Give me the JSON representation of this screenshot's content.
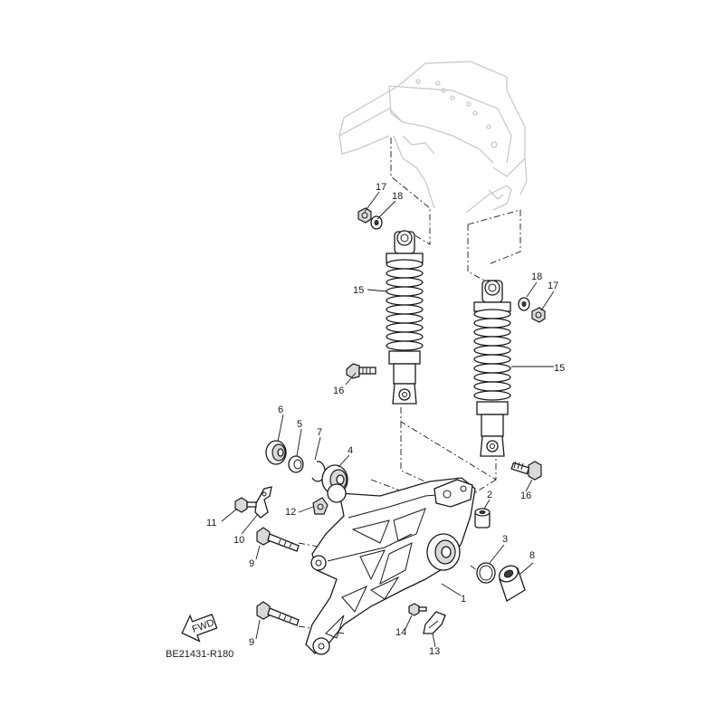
{
  "diagram_code": "BE21431-R180",
  "fwd_label": "FWD",
  "callouts": {
    "c1": "1",
    "c2": "2",
    "c3": "3",
    "c4": "4",
    "c5": "5",
    "c6": "6",
    "c7": "7",
    "c8": "8",
    "c9a": "9",
    "c9b": "9",
    "c10": "10",
    "c11": "11",
    "c12": "12",
    "c13": "13",
    "c14": "14",
    "c15a": "15",
    "c15b": "15",
    "c16a": "16",
    "c16b": "16",
    "c17a": "17",
    "c17b": "17",
    "c18a": "18",
    "c18b": "18"
  }
}
